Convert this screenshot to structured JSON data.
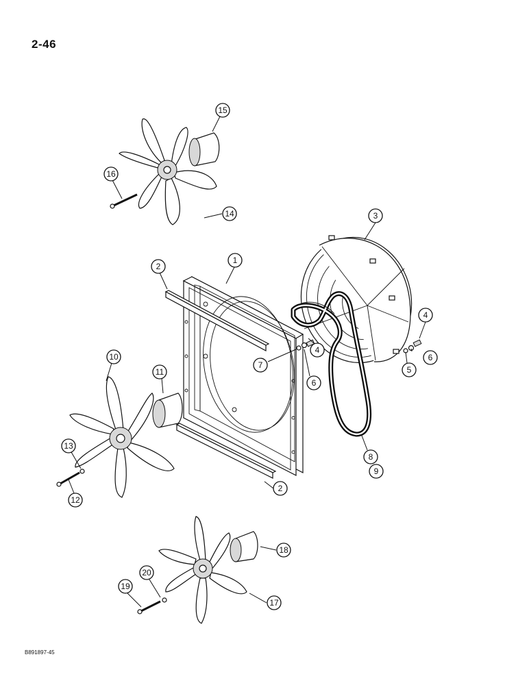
{
  "page": {
    "page_number": "2-46",
    "figure_id": "B891897-45"
  },
  "callouts": [
    {
      "id": "c1",
      "label": "1"
    },
    {
      "id": "c2a",
      "label": "2"
    },
    {
      "id": "c2b",
      "label": "2"
    },
    {
      "id": "c3",
      "label": "3"
    },
    {
      "id": "c4a",
      "label": "4"
    },
    {
      "id": "c4b",
      "label": "4"
    },
    {
      "id": "c5",
      "label": "5"
    },
    {
      "id": "c6a",
      "label": "6"
    },
    {
      "id": "c6b",
      "label": "6"
    },
    {
      "id": "c7",
      "label": "7"
    },
    {
      "id": "c8",
      "label": "8"
    },
    {
      "id": "c9",
      "label": "9"
    },
    {
      "id": "c10",
      "label": "10"
    },
    {
      "id": "c11",
      "label": "11"
    },
    {
      "id": "c12",
      "label": "12"
    },
    {
      "id": "c13",
      "label": "13"
    },
    {
      "id": "c14",
      "label": "14"
    },
    {
      "id": "c15",
      "label": "15"
    },
    {
      "id": "c16",
      "label": "16"
    },
    {
      "id": "c17",
      "label": "17"
    },
    {
      "id": "c18",
      "label": "18"
    },
    {
      "id": "c19",
      "label": "19"
    },
    {
      "id": "c20",
      "label": "20"
    }
  ],
  "parts": {
    "shroud": "radiator-fan-shroud",
    "guard": "fan-guard",
    "belts": "drive-belts",
    "fans": [
      "fan-top",
      "fan-left",
      "fan-bottom"
    ],
    "spacers": [
      "spacer-top",
      "spacer-left",
      "spacer-bottom"
    ]
  }
}
